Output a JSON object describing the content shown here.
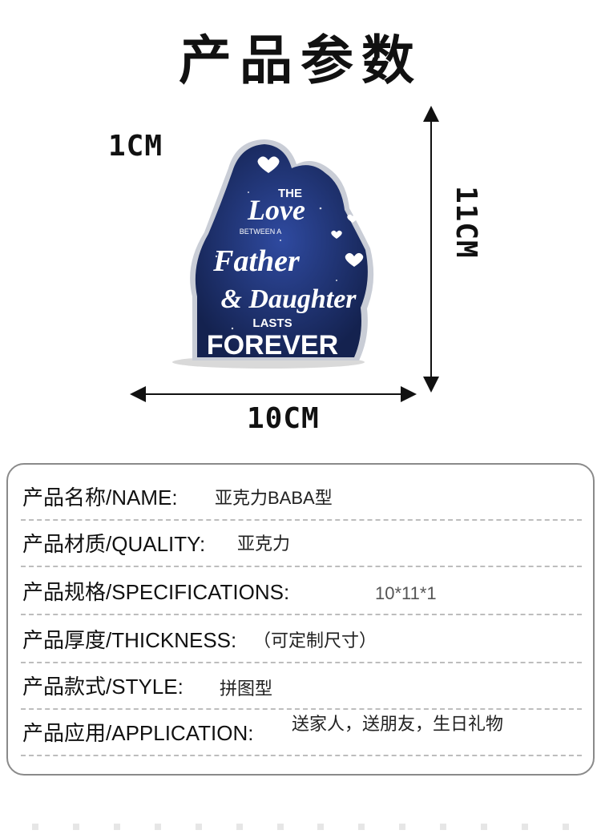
{
  "header": {
    "title": "产品参数"
  },
  "dimensions": {
    "depth": "1CM",
    "height": "11CM",
    "width": "10CM"
  },
  "product_image": {
    "lines": [
      "THE",
      "Love",
      "BETWEEN A",
      "Father",
      "& Daughter",
      "LASTS",
      "FOREVER"
    ],
    "colors": {
      "sky": "#1b2d6b",
      "sky_light": "#2f4aa0",
      "text": "#ffffff",
      "edge": "#c9cdd6"
    }
  },
  "specs": [
    {
      "label": "产品名称/NAME:",
      "value": "亚克力BABA型"
    },
    {
      "label": "产品材质/QUALITY:",
      "value": "亚克力"
    },
    {
      "label": "产品规格/SPECIFICATIONS:",
      "value": "10*11*1"
    },
    {
      "label": "产品厚度/THICKNESS:",
      "value": "（可定制尺寸）"
    },
    {
      "label": "产品款式/STYLE:",
      "value": "拼图型"
    },
    {
      "label": "产品应用/APPLICATION:",
      "value": "送家人，送朋友，生日礼物"
    }
  ]
}
